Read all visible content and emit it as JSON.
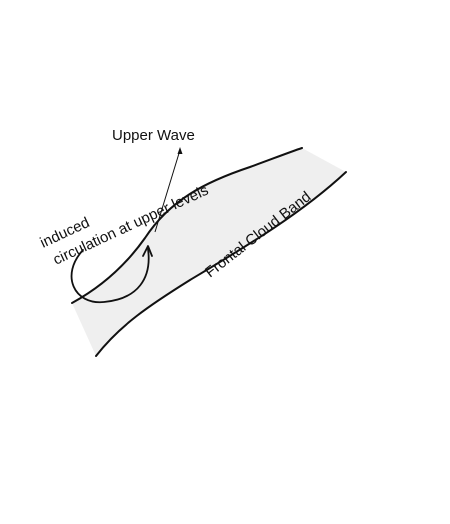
{
  "labels": {
    "upper_wave": "Upper Wave",
    "induced_line1": "induced",
    "induced_line2": "circulation at upper levels",
    "frontal_band": "Frontal Cloud Band"
  },
  "colors": {
    "band_fill": "#efefef",
    "stroke": "#111111",
    "background": "#ffffff"
  }
}
